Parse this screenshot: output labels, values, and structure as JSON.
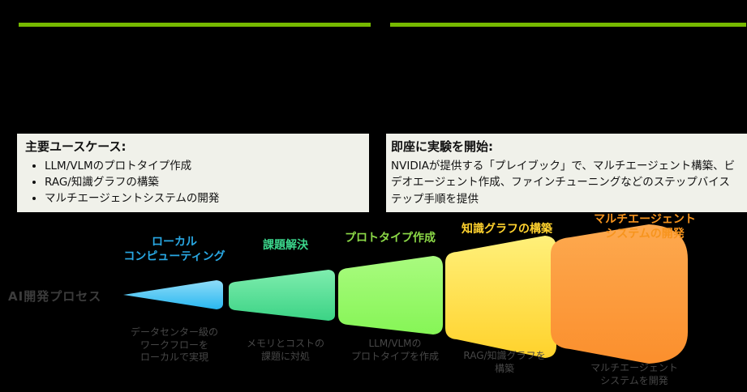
{
  "page": {
    "background_color": "#000000",
    "accent_green": "#76B900"
  },
  "use_cases_box": {
    "heading": "主要ユースケース:",
    "items": [
      "LLM/VLMのプロトタイプ作成",
      "RAG/知識グラフの構築",
      "マルチエージェントシステムの開発"
    ]
  },
  "experiment_box": {
    "heading": "即座に実験を開始:",
    "body": "NVIDIAが提供する「プレイブック」で、マルチエージェント構築、ビデオエージェント作成、ファインチューニングなどのステップバイステップ手順を提供"
  },
  "process": {
    "axis_label": "AI開発プロセス",
    "stages": [
      {
        "label": "ローカル\nコンピューティング",
        "label_color": "#29A8E3",
        "description": "データセンター級の\nワークフローを\nローカルで実現",
        "color_top": "#8FDCF8",
        "color_bottom": "#29B7F0"
      },
      {
        "label": "課題解決",
        "label_color": "#3BD68C",
        "description": "メモリとコストの\n課題に対処",
        "color_top": "#7FEDAE",
        "color_bottom": "#3BD385"
      },
      {
        "label": "プロトタイプ作成",
        "label_color": "#8CD947",
        "description": "LLM/VLMの\nプロトタイプを作成",
        "color_top": "#A9FB7F",
        "color_bottom": "#86F556"
      },
      {
        "label": "知識グラフの構築",
        "label_color": "#FFD22E",
        "description": "RAG/知識グラフを\n構築",
        "color_top": "#FFF07A",
        "color_bottom": "#FFD22B"
      },
      {
        "label": "マルチエージェントシステムの開発",
        "label_color": "#F7941D",
        "description": "マルチエージェント\nシステムを開発",
        "color_top": "#FDA94F",
        "color_bottom": "#FB8F2D"
      }
    ]
  }
}
